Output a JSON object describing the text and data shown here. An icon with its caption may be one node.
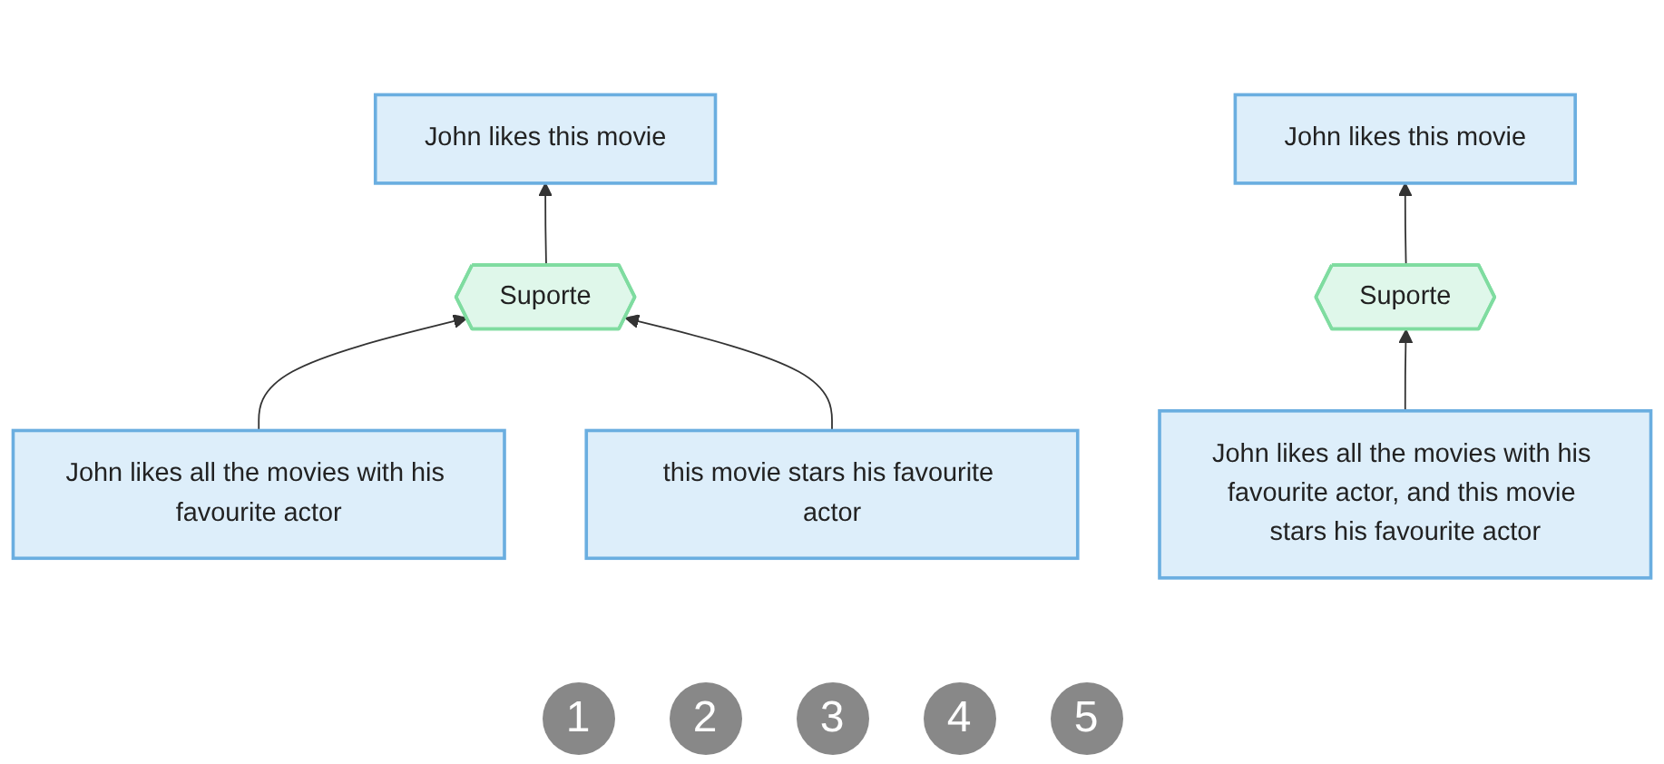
{
  "diagram": {
    "nodes": [
      {
        "text": [
          "John likes this movie"
        ]
      },
      {
        "text": [
          "Suporte"
        ]
      },
      {
        "text": [
          "John likes all the movies with his favourite actor"
        ]
      },
      {
        "text": [
          "this movie stars his favourite actor"
        ]
      },
      {
        "text": [
          "John likes this movie"
        ]
      },
      {
        "text": [
          "Suporte"
        ]
      },
      {
        "text": [
          "John likes all the movies with his favourite actor, and this movie stars his favourite actor"
        ]
      }
    ],
    "edges": [
      {
        "from": 1,
        "to": 0,
        "arrow": "to"
      },
      {
        "from": 2,
        "to": 1,
        "arrow": "to"
      },
      {
        "from": 3,
        "to": 1,
        "arrow": "to"
      },
      {
        "from": 5,
        "to": 4,
        "arrow": "to"
      },
      {
        "from": 6,
        "to": 5,
        "arrow": "to"
      }
    ],
    "labels": [
      "1",
      "2",
      "3",
      "4",
      "5"
    ]
  }
}
